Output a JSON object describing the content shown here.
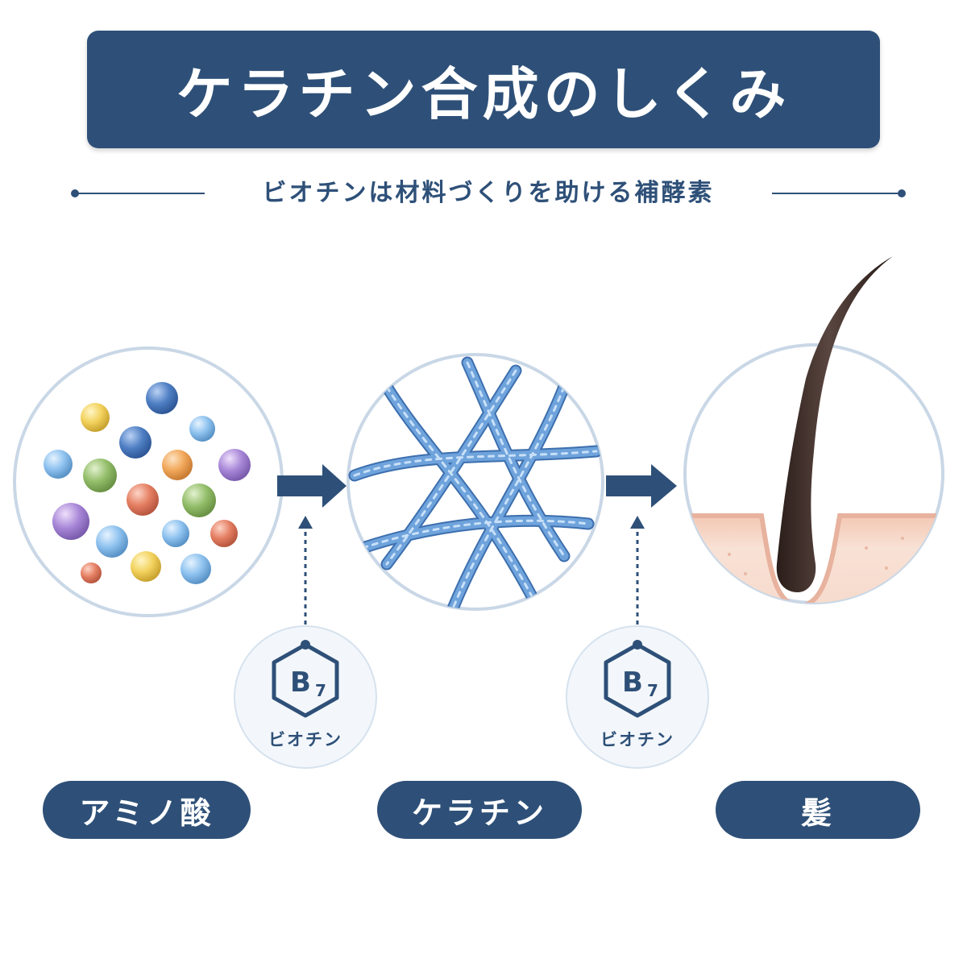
{
  "header": {
    "title": "ケラチン合成のしくみ",
    "subtitle": "ビオチンは材料づくりを助ける補酵素"
  },
  "stages": [
    {
      "label": "アミノ酸",
      "icon": "amino-acid-molecules-icon"
    },
    {
      "label": "ケラチン",
      "icon": "keratin-fiber-network-icon"
    },
    {
      "label": "髪",
      "icon": "hair-follicle-icon"
    }
  ],
  "badges": [
    {
      "symbol": "B",
      "subscript": "7",
      "name": "ビオチン"
    },
    {
      "symbol": "B",
      "subscript": "7",
      "name": "ビオチン"
    }
  ],
  "colors": {
    "primary": "#2e5078",
    "circle_border": "#c9d7e6",
    "fiber": "#5b8fc9",
    "hair": "#3a2a24",
    "skin": "#f6d6c8"
  }
}
